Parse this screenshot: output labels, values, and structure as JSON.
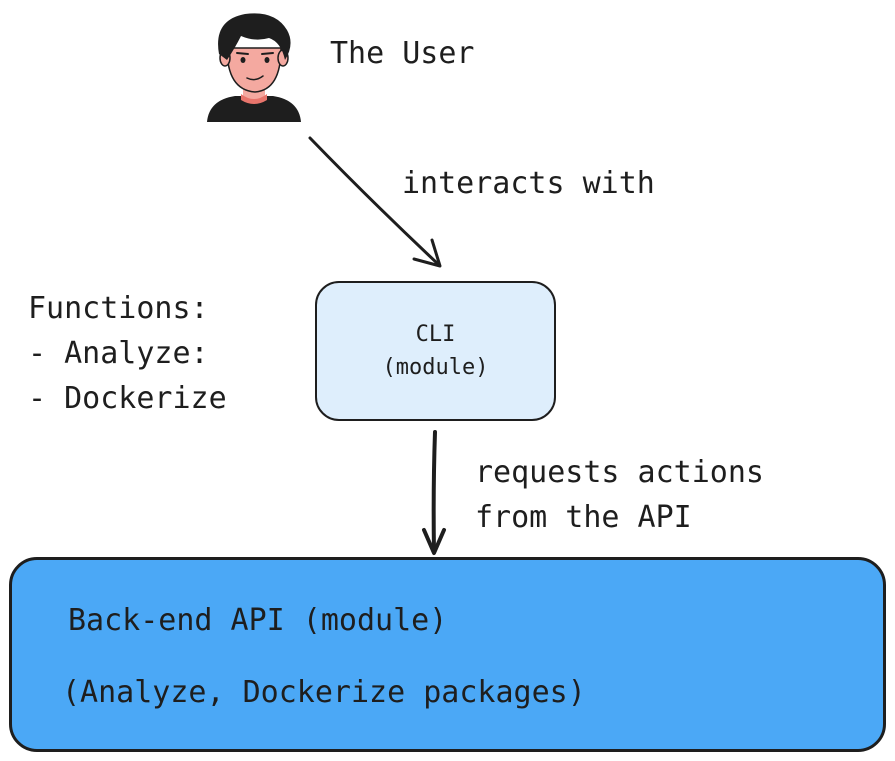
{
  "user": {
    "label": "The User",
    "icon": "user-avatar-icon"
  },
  "edges": {
    "user_to_cli": "interacts with",
    "cli_to_api": [
      "requests actions",
      "from the API"
    ]
  },
  "note": {
    "lines": [
      "Functions:",
      "- Analyze:",
      "- Dockerize"
    ]
  },
  "cli": {
    "title": "CLI",
    "subtitle": "(module)",
    "fill": "#deeefc"
  },
  "api": {
    "title": "Back-end API (module)",
    "subtitle": "(Analyze, Dockerize packages)",
    "fill": "#4ba8f6"
  },
  "colors": {
    "stroke": "#1e1e1e",
    "skin": "#f4a9a0",
    "hair": "#1e1e1e",
    "mouth": "#e8756c"
  }
}
